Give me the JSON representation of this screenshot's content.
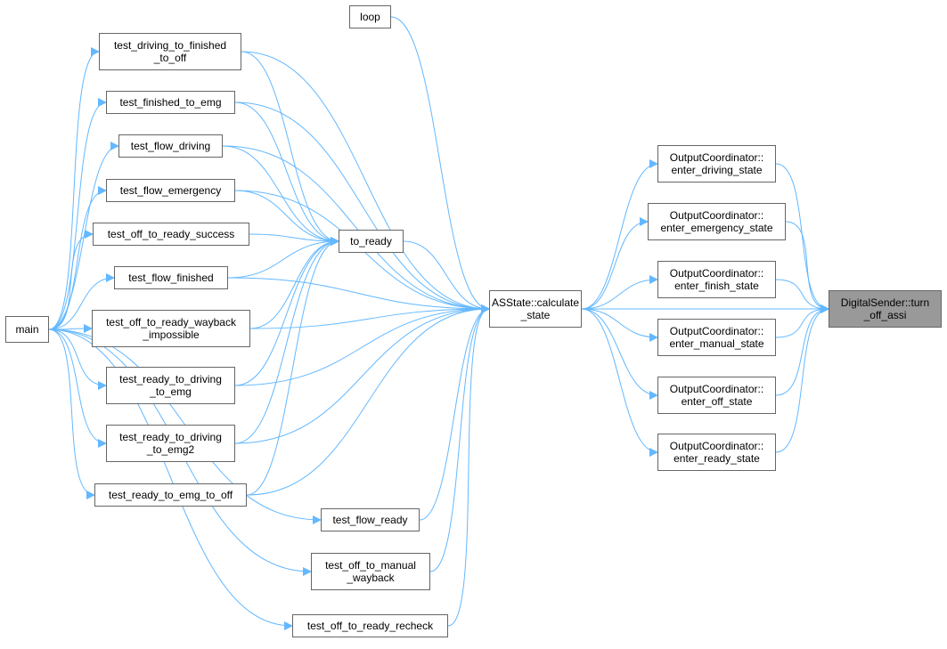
{
  "nodes": {
    "main": [
      "main"
    ],
    "loop": [
      "loop"
    ],
    "to_ready": [
      "to_ready"
    ],
    "calc": [
      "ASState::calculate",
      "_state"
    ],
    "target": [
      "DigitalSender::turn",
      "_off_assi"
    ],
    "t_d2f": [
      "test_driving_to_finished",
      "_to_off"
    ],
    "t_f2e": [
      "test_finished_to_emg"
    ],
    "t_fd": [
      "test_flow_driving"
    ],
    "t_fe": [
      "test_flow_emergency"
    ],
    "t_o2rs": [
      "test_off_to_ready_success"
    ],
    "t_ff": [
      "test_flow_finished"
    ],
    "t_o2rw": [
      "test_off_to_ready_wayback",
      "_impossible"
    ],
    "t_r2de": [
      "test_ready_to_driving",
      "_to_emg"
    ],
    "t_r2de2": [
      "test_ready_to_driving",
      "_to_emg2"
    ],
    "t_r2eo": [
      "test_ready_to_emg_to_off"
    ],
    "t_fr": [
      "test_flow_ready"
    ],
    "t_o2mw": [
      "test_off_to_manual",
      "_wayback"
    ],
    "t_o2rr": [
      "test_off_to_ready_recheck"
    ],
    "oc_drv": [
      "OutputCoordinator::",
      "enter_driving_state"
    ],
    "oc_emg": [
      "OutputCoordinator::",
      "enter_emergency_state"
    ],
    "oc_fin": [
      "OutputCoordinator::",
      "enter_finish_state"
    ],
    "oc_man": [
      "OutputCoordinator::",
      "enter_manual_state"
    ],
    "oc_off": [
      "OutputCoordinator::",
      "enter_off_state"
    ],
    "oc_rdy": [
      "OutputCoordinator::",
      "enter_ready_state"
    ]
  },
  "edges": [
    [
      "main",
      "t_d2f"
    ],
    [
      "main",
      "t_f2e"
    ],
    [
      "main",
      "t_fd"
    ],
    [
      "main",
      "t_fe"
    ],
    [
      "main",
      "t_o2rs"
    ],
    [
      "main",
      "t_ff"
    ],
    [
      "main",
      "t_o2rw"
    ],
    [
      "main",
      "t_r2de"
    ],
    [
      "main",
      "t_r2de2"
    ],
    [
      "main",
      "t_r2eo"
    ],
    [
      "main",
      "t_fr"
    ],
    [
      "main",
      "t_o2mw"
    ],
    [
      "main",
      "t_o2rr"
    ],
    [
      "t_d2f",
      "to_ready"
    ],
    [
      "t_f2e",
      "to_ready"
    ],
    [
      "t_fd",
      "to_ready"
    ],
    [
      "t_fe",
      "to_ready"
    ],
    [
      "t_o2rs",
      "to_ready"
    ],
    [
      "t_ff",
      "to_ready"
    ],
    [
      "t_o2rw",
      "to_ready"
    ],
    [
      "t_r2de",
      "to_ready"
    ],
    [
      "t_r2de2",
      "to_ready"
    ],
    [
      "t_r2eo",
      "to_ready"
    ],
    [
      "loop",
      "calc"
    ],
    [
      "to_ready",
      "calc"
    ],
    [
      "t_d2f",
      "calc"
    ],
    [
      "t_f2e",
      "calc"
    ],
    [
      "t_fd",
      "calc"
    ],
    [
      "t_fe",
      "calc"
    ],
    [
      "t_ff",
      "calc"
    ],
    [
      "t_o2rw",
      "calc"
    ],
    [
      "t_r2de",
      "calc"
    ],
    [
      "t_r2de2",
      "calc"
    ],
    [
      "t_r2eo",
      "calc"
    ],
    [
      "t_fr",
      "calc"
    ],
    [
      "t_o2mw",
      "calc"
    ],
    [
      "t_o2rr",
      "calc"
    ],
    [
      "calc",
      "oc_drv"
    ],
    [
      "calc",
      "oc_emg"
    ],
    [
      "calc",
      "oc_fin"
    ],
    [
      "calc",
      "oc_man"
    ],
    [
      "calc",
      "oc_off"
    ],
    [
      "calc",
      "oc_rdy"
    ],
    [
      "oc_drv",
      "target"
    ],
    [
      "oc_emg",
      "target"
    ],
    [
      "oc_fin",
      "target"
    ],
    [
      "oc_man",
      "target"
    ],
    [
      "oc_off",
      "target"
    ],
    [
      "oc_rdy",
      "target"
    ],
    [
      "calc",
      "target"
    ]
  ],
  "colors": {
    "edge": "#63b8ff",
    "node_border": "#666666",
    "target_fill": "#999999",
    "node_fill": "#ffffff"
  }
}
